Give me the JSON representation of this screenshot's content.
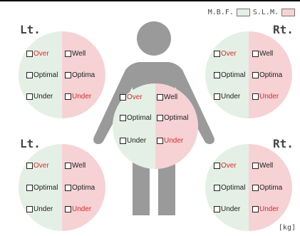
{
  "legend": {
    "mbf_label": "M.B.F.",
    "slm_label": "S.L.M."
  },
  "colors": {
    "mbf": "#e4f0e5",
    "slm": "#f6d2d5",
    "silhouette": "#9a9a9a",
    "alert": "#d82c2c"
  },
  "panels": {
    "top_left": {
      "side": "Lt.",
      "over": "Over",
      "well": "Well",
      "optimal_left": "Optimal",
      "optimal_right": "Optima",
      "under_left": "Under",
      "under_right": "Under"
    },
    "top_right": {
      "side": "Rt.",
      "over": "Over",
      "well": "Well",
      "optimal_left": "Optimal",
      "optimal_right": "Optima",
      "under_left": "Under",
      "under_right": "Under"
    },
    "center": {
      "over": "Over",
      "well": "Well",
      "optimal_left": "Optimal",
      "optimal_right": "Optimal",
      "under_left": "Under",
      "under_right": "Under"
    },
    "bottom_left": {
      "side": "Lt.",
      "over": "Over",
      "well": "Well",
      "optimal_left": "Optimal",
      "optimal_right": "Optima",
      "under_left": "Under",
      "under_right": "Under"
    },
    "bottom_right": {
      "side": "Rt.",
      "over": "Over",
      "well": "Well",
      "optimal_left": "Optimal",
      "optimal_right": "Optima",
      "under_left": "Under",
      "under_right": "Under"
    }
  },
  "unit": "[kg]"
}
